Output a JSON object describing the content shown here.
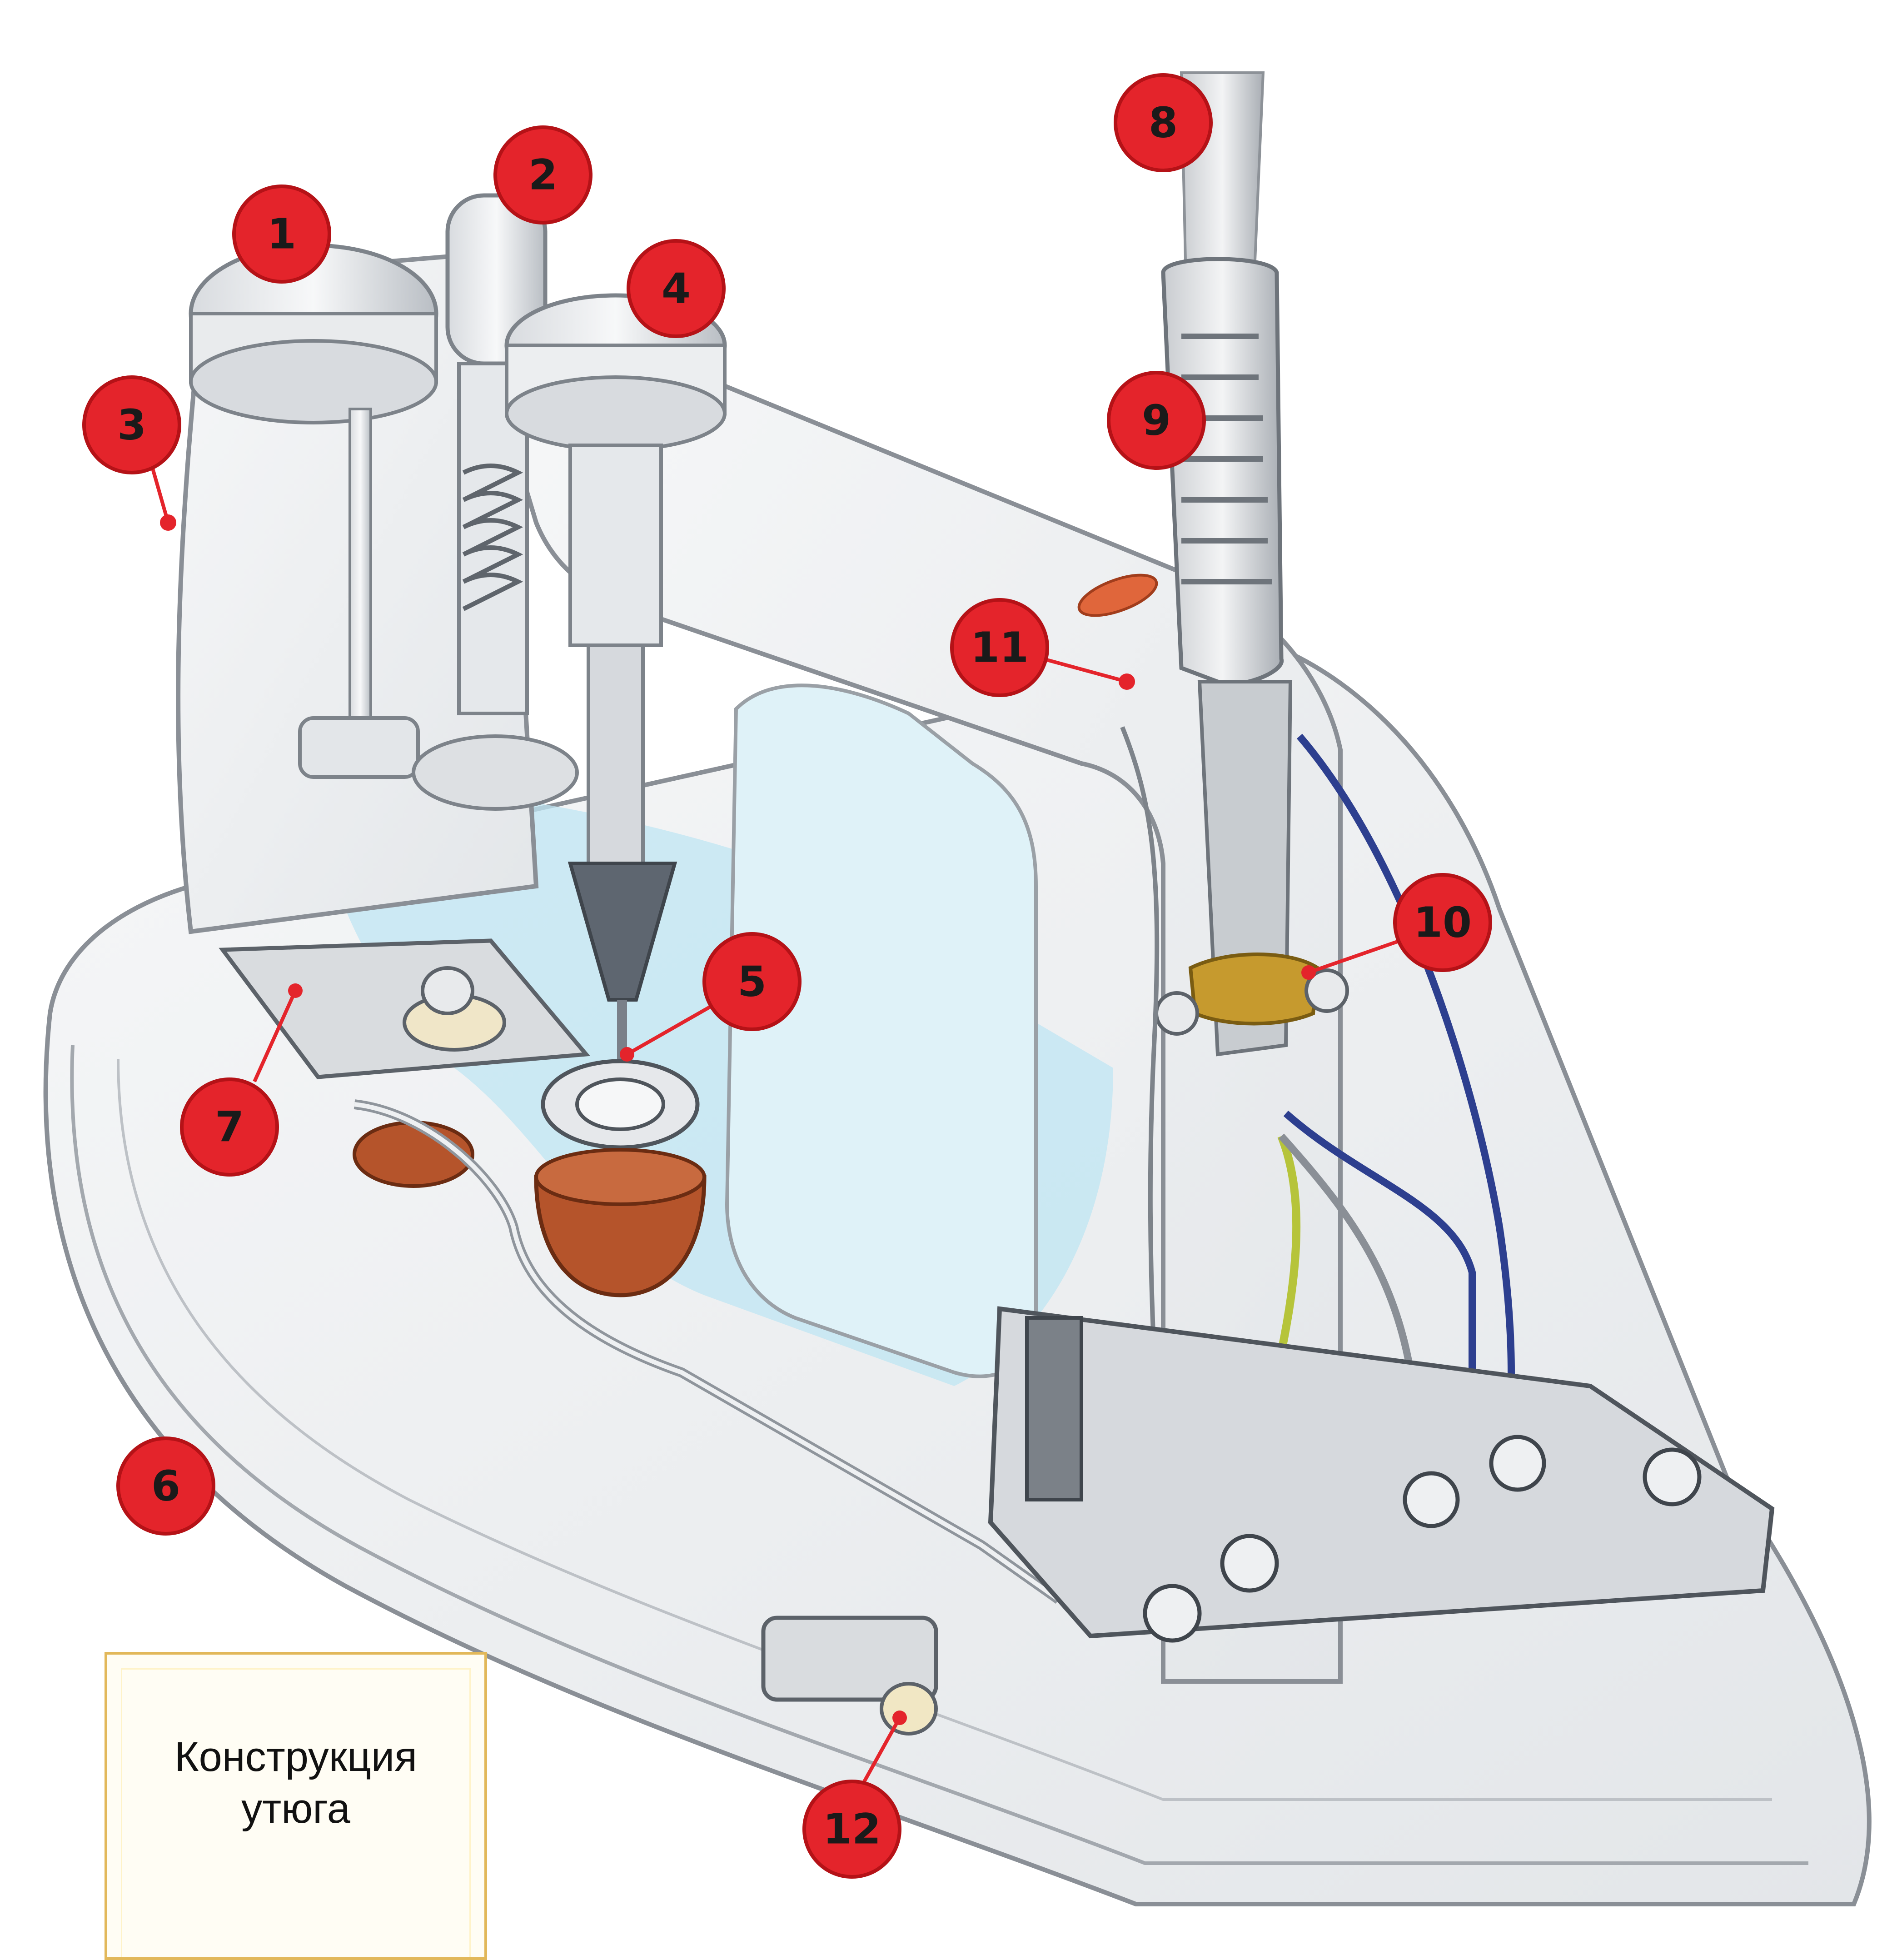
{
  "caption": {
    "line1": "Конструкция",
    "line2": "утюга"
  },
  "labels": [
    "1",
    "2",
    "3",
    "4",
    "5",
    "6",
    "7",
    "8",
    "9",
    "10",
    "11",
    "12"
  ],
  "colors": {
    "badge": "#e4242b",
    "badge_edge": "#b51217",
    "leader": "#e4242b",
    "outline": "#8a8f96",
    "water": "#bfe6f3",
    "copper": "#b5542b",
    "wire_blue": "#2d3f8f",
    "wire_green": "#b6c43a",
    "caption_border": "#e2b85a"
  }
}
